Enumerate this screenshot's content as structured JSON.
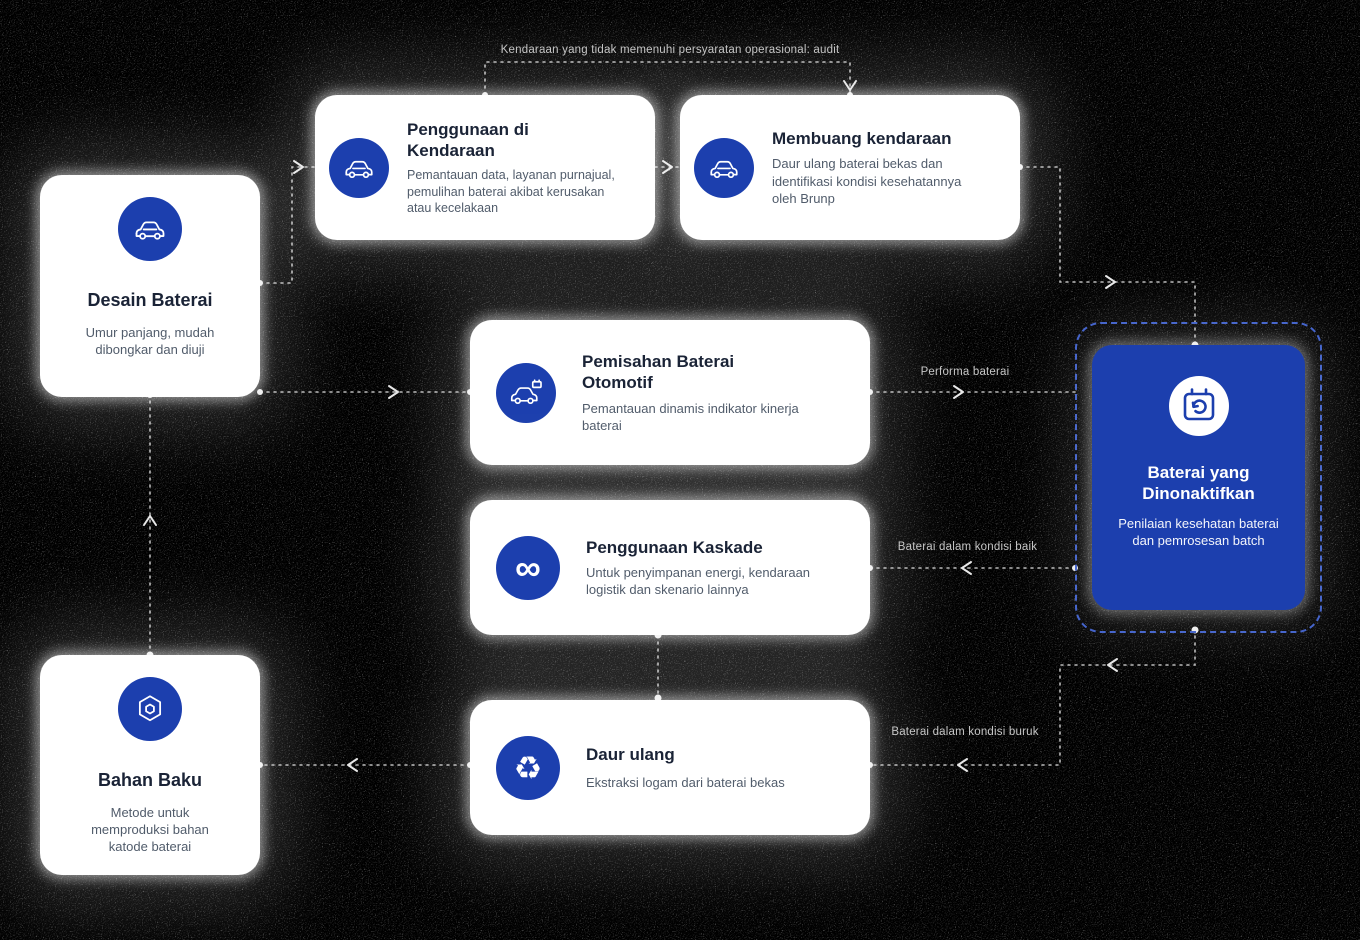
{
  "colors": {
    "background": "#000000",
    "card_background": "#ffffff",
    "accent_blue": "#1c3fae",
    "dashed_border": "#3d5ec9",
    "title_text": "#1a2336",
    "body_text": "#515c6b",
    "connector": "#dcdcdc",
    "edge_label_text": "#c6c6c6"
  },
  "cards": {
    "desain": {
      "title": "Desain Baterai",
      "description": "Umur panjang, mudah dibongkar dan diuji",
      "icon": "car-icon"
    },
    "penggunaan": {
      "title": "Penggunaan di Kendaraan",
      "description": "Pemantauan data, layanan purnajual, pemulihan baterai akibat kerusakan atau kecelakaan",
      "icon": "car-icon"
    },
    "membuang": {
      "title": "Membuang kendaraan",
      "description": "Daur ulang baterai bekas dan identifikasi kondisi kesehatannya oleh Brunp",
      "icon": "car-icon"
    },
    "pemisahan": {
      "title": "Pemisahan Baterai Otomotif",
      "description": "Pemantauan dinamis indikator kinerja baterai",
      "icon": "car-battery-icon"
    },
    "kaskade": {
      "title": "Penggunaan Kaskade",
      "description": "Untuk penyimpanan energi, kendaraan logistik dan skenario lainnya",
      "icon": "infinity-icon",
      "icon_glyph": "∞"
    },
    "daur_ulang": {
      "title": "Daur ulang",
      "description": "Ekstraksi logam dari baterai bekas",
      "icon": "recycle-icon",
      "icon_glyph": "♻"
    },
    "bahan_baku": {
      "title": "Bahan Baku",
      "description": "Metode untuk memproduksi bahan katode baterai",
      "icon": "hex-nut-icon"
    },
    "dinonaktifkan": {
      "title": "Baterai yang Dinonaktifkan",
      "description": "Penilaian kesehatan baterai dan pemrosesan batch",
      "icon": "battery-refresh-icon"
    }
  },
  "edge_labels": {
    "scrap_flow": "Kendaraan yang tidak memenuhi persyaratan operasional: audit",
    "performance": "Performa baterai",
    "good_condition": "Baterai dalam kondisi baik",
    "bad_condition": "Baterai dalam kondisi buruk"
  }
}
